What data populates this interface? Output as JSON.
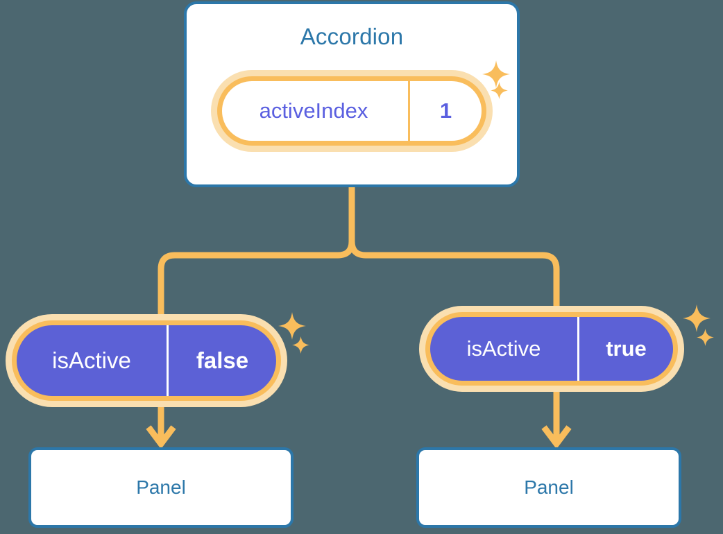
{
  "theme": {
    "background": "#4c6770",
    "card_border": "#2c77a9",
    "card_fill": "#ffffff",
    "title_text": "#2c77a9",
    "accent_orange": "#f9bd5c",
    "accent_orange_soft": "#fadfb0",
    "state_purple": "#5c61d6",
    "state_purple_text": "#5a5fe0",
    "value_text_on_purple": "#ffffff"
  },
  "tree": {
    "root": {
      "title": "Accordion",
      "state": {
        "key": "activeIndex",
        "value": "1"
      }
    },
    "children": [
      {
        "state": {
          "key": "isActive",
          "value": "false"
        },
        "panel": {
          "title": "Panel"
        }
      },
      {
        "state": {
          "key": "isActive",
          "value": "true"
        },
        "panel": {
          "title": "Panel"
        }
      }
    ]
  },
  "icons": {
    "sparkle": "sparkle-icon",
    "arrow": "arrow-down-icon"
  }
}
